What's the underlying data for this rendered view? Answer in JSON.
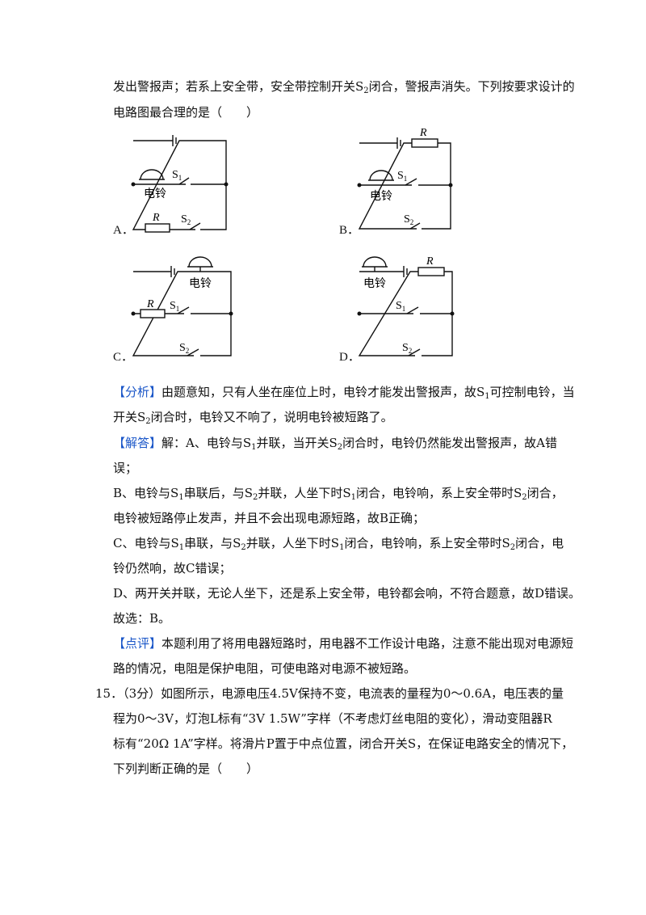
{
  "question_14": {
    "line1": "发出警报声；若系上安全带，安全带控制开关S",
    "line1_sub": "2",
    "line1_end": "闭合，警报声消失。下列按要求设计的",
    "line2": "电路图最合理的是（　　）"
  },
  "diagrams": {
    "bell_label": "电铃",
    "resistor_label": "R",
    "switch_letter": "S",
    "sub1": "1",
    "sub2": "2",
    "options": [
      "A．",
      "B．",
      "C．",
      "D．"
    ]
  },
  "analysis": {
    "tag": "【分析】",
    "line1a": "由题意知，只有人坐在座位上时，电铃才能发出警报声，故S",
    "line1_sub": "1",
    "line1b": "可控制电铃，当",
    "line2a": "开关S",
    "line2_sub": "2",
    "line2b": "闭合时，电铃又不响了，说明电铃被短路了。"
  },
  "solution": {
    "tag": "【解答】",
    "a1a": "解：A、电铃与S",
    "a1_sub": "1",
    "a1b": "并联，当开关S",
    "a1_sub2": "2",
    "a1c": "闭合时，电铃仍然能发出警报声，故A错",
    "a2": "误；",
    "b1a": "B、电铃与S",
    "b1_sub": "1",
    "b1b": "串联后，与S",
    "b1_sub2": "2",
    "b1c": "并联，人坐下时S",
    "b1_sub3": "1",
    "b1d": "闭合，电铃响，系上安全带时S",
    "b1_sub4": "2",
    "b1e": "闭合，",
    "b2": "电铃被短路停止发声，并且不会出现电源短路，故B正确；",
    "c1a": "C、电铃与S",
    "c1_sub": "1",
    "c1b": "串联，与S",
    "c1_sub2": "2",
    "c1c": "并联，人坐下时S",
    "c1_sub3": "1",
    "c1d": "闭合，电铃响，系上安全带时S",
    "c1_sub4": "2",
    "c1e": "闭合，电",
    "c2": "铃仍然响，故C错误；",
    "d1": "D、两开关并联，无论人坐下，还是系上安全带，电铃都会响，不符合题意，故D错误。",
    "choice": "故选：B。"
  },
  "comment": {
    "tag": "【点评】",
    "line1": "本题利用了将用电器短路时，用电器不工作设计电路，注意不能出现对电源短",
    "line2": "路的情况，电阻是保护电阻，可使电路对电源不被短路。"
  },
  "question_15": {
    "line1": "15．（3分）如图所示，电源电压4.5V保持不变，电流表的量程为0～0.6A，电压表的量",
    "line2": "程为0～3V，灯泡L标有“3V  1.5W”字样（不考虑灯丝电阻的变化），滑动变阻器R",
    "line3": "标有“20Ω  1A”字样。将滑片P置于中点位置，闭合开关S，在保证电路安全的情况下，",
    "line4": "下列判断正确的是（　　）"
  }
}
